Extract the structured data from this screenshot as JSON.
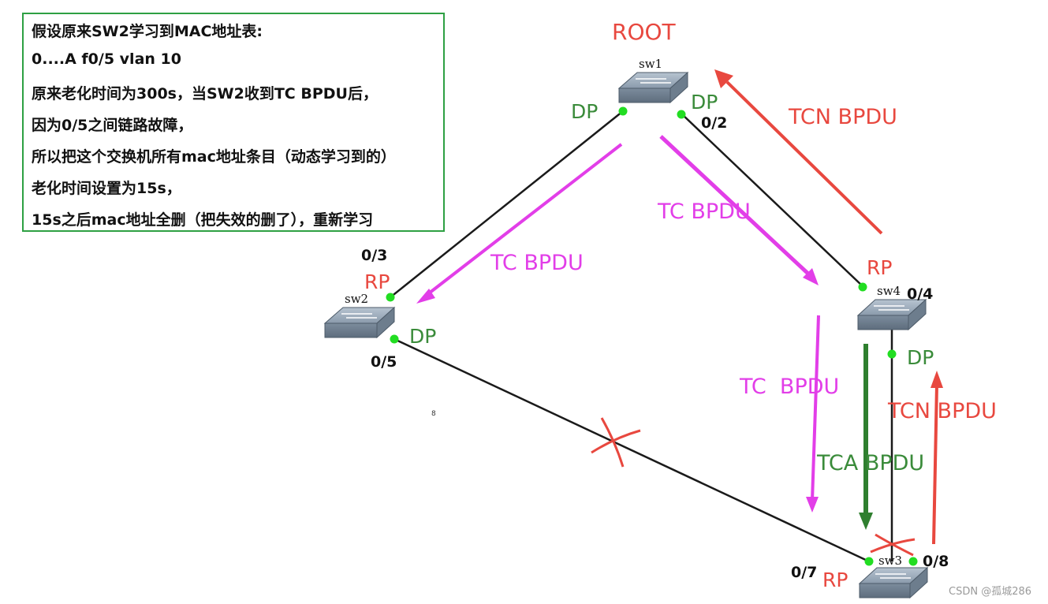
{
  "note": {
    "lines": [
      "假设原来SW2学习到MAC地址表:",
      "0....A  f0/5 vlan 10",
      "原来老化时间为300s，当SW2收到TC BPDU后，",
      "因为0/5之间链路故障，",
      "所以把这个交换机所有mac地址条目（动态学习到的）",
      "老化时间设置为15s，",
      "15s之后mac地址全删（把失效的删了），重新学习"
    ]
  },
  "switches": {
    "sw1": "sw1",
    "sw2": "sw2",
    "sw3": "sw3",
    "sw4": "sw4"
  },
  "root_label": "ROOT",
  "ports": {
    "sw1_left": "DP",
    "sw1_right": "DP",
    "sw1_right_port": "0/2",
    "sw2_top_port": "0/3",
    "sw2_top_role": "RP",
    "sw2_bottom_role": "DP",
    "sw2_bottom_port": "0/5",
    "sw4_top_role": "RP",
    "sw4_top_port": "0/4",
    "sw4_bottom_role": "DP",
    "sw3_left_port": "0/7",
    "sw3_left_role": "RP",
    "sw3_right_port": "0/8"
  },
  "messages": {
    "tc_sw2": "TC BPDU",
    "tc_sw4": "TC BPDU",
    "tc_sw3": "TC  BPDU",
    "tcn_sw1": "TCN BPDU",
    "tcn_sw4": "TCN BPDU",
    "tca_sw3": "TCA BPDU"
  },
  "small_mark": "8",
  "watermark": "CSDN @孤城286",
  "colors": {
    "tc": "#e23ee8",
    "tcn": "#e8483f",
    "tca": "#2f7f2f",
    "port_dot": "#22dd22",
    "link": "#1a1a1a",
    "note_border": "#2ea043"
  }
}
